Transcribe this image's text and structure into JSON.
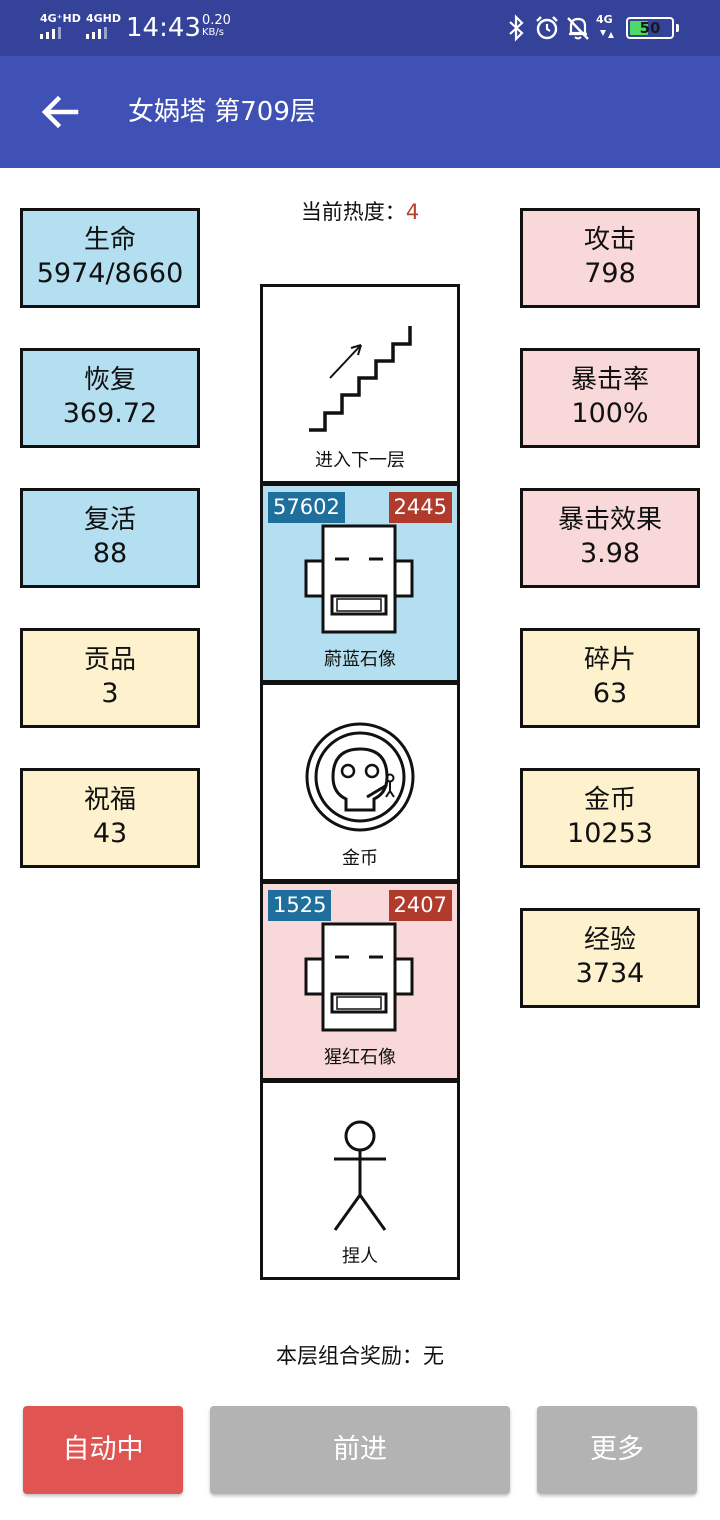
{
  "status_bar": {
    "net1": "4G⁺HD",
    "net2": "4GHD",
    "time": "14:43",
    "speed_value": "0.20",
    "speed_unit": "KB/s",
    "net3": "4G",
    "battery_percent": "50",
    "battery_level": 0.5,
    "icons": [
      "bluetooth-icon",
      "alarm-icon",
      "bell-off-icon",
      "signal-4g-icon",
      "battery-icon"
    ]
  },
  "header": {
    "back_icon": "arrow-left-icon",
    "title": "女娲塔 第709层"
  },
  "heat": {
    "label": "当前热度：",
    "value": "4"
  },
  "left_stats": [
    {
      "label": "生命",
      "value": "5974/8660"
    },
    {
      "label": "恢复",
      "value": "369.72"
    },
    {
      "label": "复活",
      "value": "88"
    },
    {
      "label": "贡品",
      "value": "3"
    },
    {
      "label": "祝福",
      "value": "43"
    }
  ],
  "right_stats": [
    {
      "label": "攻击",
      "value": "798"
    },
    {
      "label": "暴击率",
      "value": "100%"
    },
    {
      "label": "暴击效果",
      "value": "3.98"
    },
    {
      "label": "碎片",
      "value": "63"
    },
    {
      "label": "金币",
      "value": "10253"
    },
    {
      "label": "经验",
      "value": "3734"
    }
  ],
  "tiles": [
    {
      "caption": "进入下一层",
      "icon": "stairs-icon"
    },
    {
      "caption": "蔚蓝石像",
      "icon": "statue-icon",
      "hp": "57602",
      "atk": "2445"
    },
    {
      "caption": "金币",
      "icon": "coin-icon"
    },
    {
      "caption": "猩红石像",
      "icon": "statue-icon",
      "hp": "1525",
      "atk": "2407"
    },
    {
      "caption": "捏人",
      "icon": "stick-figure-icon"
    }
  ],
  "combo": {
    "label": "本层组合奖励：",
    "value": "无"
  },
  "buttons": {
    "auto": "自动中",
    "forward": "前进",
    "more": "更多"
  },
  "colors": {
    "status_bar": "#34429a",
    "app_bar": "#3f51b5",
    "life_blue": "#b3dff0",
    "attack_pink": "#f8d8d8",
    "resource_cream": "#fdf2cd",
    "auto_button": "#e05452",
    "disabled_button": "#b3b3b3",
    "hp_badge": "#1f6f9d",
    "atk_badge": "#b03a2c",
    "heat_value": "#b5412b"
  }
}
